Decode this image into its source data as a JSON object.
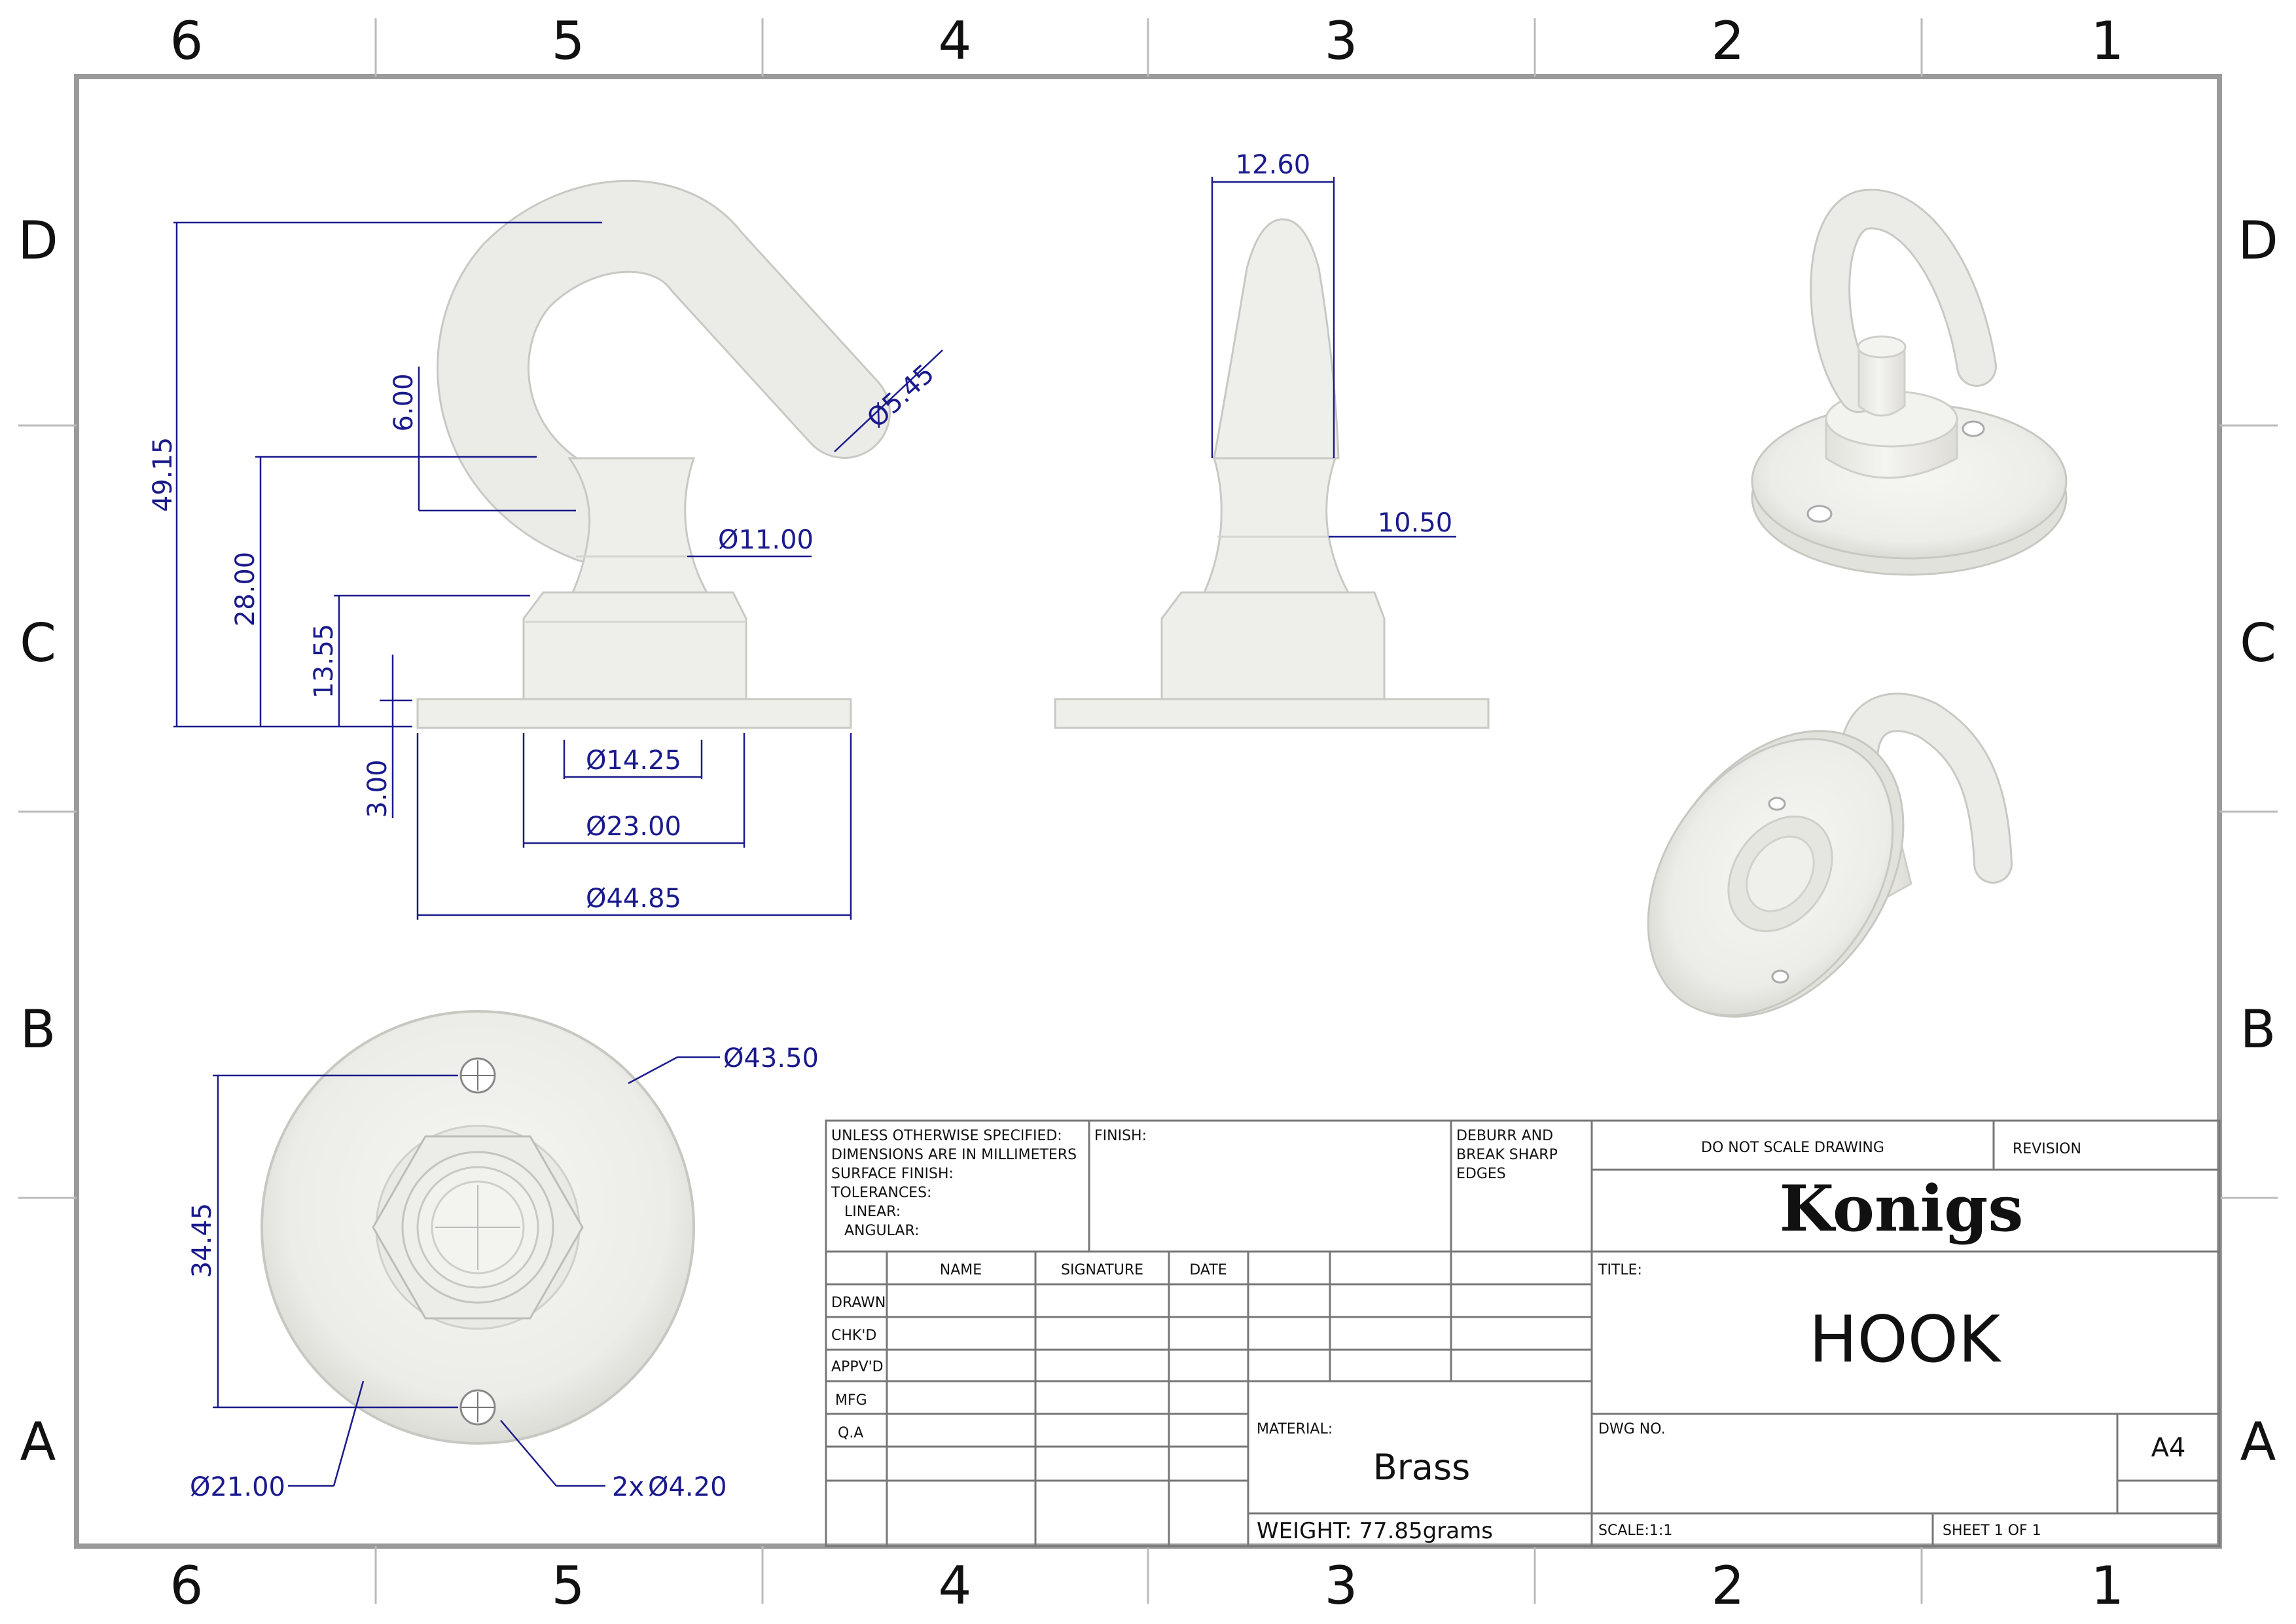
{
  "zones": {
    "columns": [
      "6",
      "5",
      "4",
      "3",
      "2",
      "1"
    ],
    "rows": [
      "D",
      "C",
      "B",
      "A"
    ]
  },
  "front_view": {
    "dims": {
      "overall_height": "49.15",
      "neck_height": "28.00",
      "boss_height": "13.55",
      "flange_thickness": "3.00",
      "neck_gap": "6.00",
      "wire_dia": "Ø5.45",
      "neck_dia": "Ø11.00",
      "boss_small_dia": "Ø14.25",
      "boss_dia": "Ø23.00",
      "flange_dia": "Ø44.85"
    }
  },
  "side_view": {
    "dims": {
      "top_width": "12.60",
      "neck_width": "10.50"
    }
  },
  "bottom_view": {
    "dims": {
      "hole_spacing": "34.45",
      "pcd": "Ø43.50",
      "hub_dia": "Ø21.00",
      "holes_count": "2x",
      "holes_dia": "Ø4.20"
    }
  },
  "title_block": {
    "notes": [
      "UNLESS OTHERWISE SPECIFIED:",
      "DIMENSIONS ARE IN MILLIMETERS",
      "SURFACE FINISH:",
      "TOLERANCES:",
      "LINEAR:",
      "ANGULAR:"
    ],
    "finish_label": "FINISH:",
    "deburr": [
      "DEBURR AND",
      "BREAK SHARP",
      "EDGES"
    ],
    "do_not_scale": "DO NOT SCALE DRAWING",
    "revision_label": "REVISION",
    "company": "Konigs",
    "headers": {
      "name": "NAME",
      "signature": "SIGNATURE",
      "date": "DATE"
    },
    "row_labels": [
      "DRAWN",
      "CHK'D",
      "APPV'D",
      "MFG",
      "Q.A"
    ],
    "title_label": "TITLE:",
    "title": "HOOK",
    "material_label": "MATERIAL:",
    "material": "Brass",
    "dwg_no_label": "DWG NO.",
    "size": "A4",
    "weight": "WEIGHT: 77.85grams",
    "scale": "SCALE:1:1",
    "sheet": "SHEET 1 OF 1"
  }
}
